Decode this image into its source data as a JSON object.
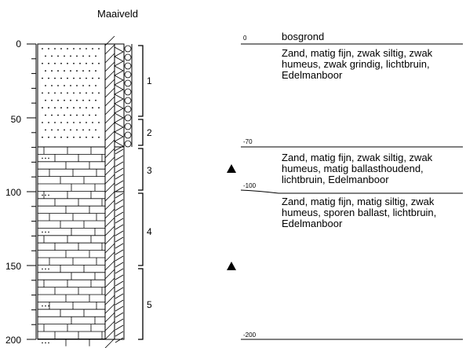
{
  "title": "Maaiveld",
  "depth_axis": {
    "ticks": [
      "0",
      "50",
      "100",
      "150",
      "200"
    ]
  },
  "sample_numbers": [
    "1",
    "2",
    "3",
    "4",
    "5"
  ],
  "layers": [
    {
      "top_label": "0",
      "description": "bosgrond"
    },
    {
      "top_label": "",
      "description": "Zand, matig fijn, zwak siltig, zwak humeus, zwak grindig, lichtbruin, Edelmanboor"
    },
    {
      "top_label": "-70",
      "description": "Zand, matig fijn, zwak siltig, zwak humeus, matig ballasthoudend, lichtbruin, Edelmanboor"
    },
    {
      "top_label": "-100",
      "description": "Zand, matig fijn, matig siltig, zwak humeus, sporen ballast, lichtbruin, Edelmanboor"
    }
  ],
  "bottom_label": "-200",
  "legend_colors": {
    "ink": "#000000",
    "background": "#ffffff"
  }
}
